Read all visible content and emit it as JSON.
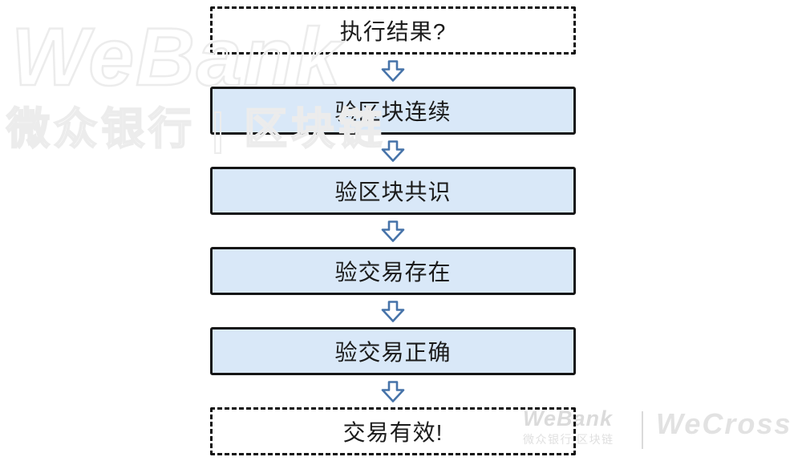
{
  "watermark_top_left": {
    "brand": "WeBank",
    "subtitle": "微众银行 | 区块链"
  },
  "flowchart": {
    "nodes": [
      {
        "label": "执行结果?",
        "style": "dashed"
      },
      {
        "label": "验区块连续",
        "style": "solid"
      },
      {
        "label": "验区块共识",
        "style": "solid"
      },
      {
        "label": "验交易存在",
        "style": "solid"
      },
      {
        "label": "验交易正确",
        "style": "solid"
      },
      {
        "label": "交易有效!",
        "style": "dashed"
      }
    ],
    "colors": {
      "node_fill": "#d9e8f8",
      "node_border": "#151515",
      "dashed_border": "#111111",
      "text": "#1b1b1b",
      "arrow_stroke": "#4673a9",
      "arrow_fill": "#ffffff"
    },
    "arrow_icon": "down-arrow-icon"
  },
  "footer_logos": {
    "webank_name": "WeBank",
    "webank_subtitle": "微众银行|区块链",
    "wecross_name": "WeCross"
  }
}
